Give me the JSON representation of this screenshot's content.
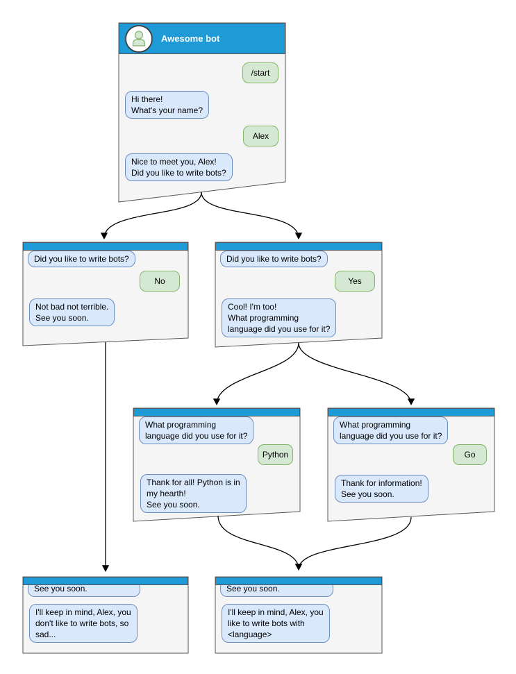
{
  "diagram_type": "chat-bot-conversation-flowchart",
  "colors": {
    "header_blue": "#1e9bd7",
    "window_fill": "#f5f5f5",
    "window_stroke": "#565656",
    "bot_bubble_fill": "#dae8fc",
    "bot_bubble_stroke": "#6c8ebf",
    "user_bubble_fill": "#d5e8d4",
    "user_bubble_stroke": "#82b366",
    "arrow": "#000000"
  },
  "windows": [
    {
      "name": "main-chat",
      "title": "Awesome bot",
      "avatar_icon": "person-icon",
      "messages": [
        {
          "from": "user",
          "text": "/start"
        },
        {
          "from": "bot",
          "text": "Hi there!\nWhat's your name?"
        },
        {
          "from": "user",
          "text": "Alex"
        },
        {
          "from": "bot",
          "text": "Nice to meet you, Alex!\nDid you like to write bots?"
        }
      ]
    },
    {
      "name": "branch-no",
      "messages": [
        {
          "from": "bot",
          "text": "Did you like to write bots?"
        },
        {
          "from": "user",
          "text": "No"
        },
        {
          "from": "bot",
          "text": "Not bad not terrible.\nSee you soon."
        }
      ]
    },
    {
      "name": "branch-yes",
      "messages": [
        {
          "from": "bot",
          "text": "Did you like to write bots?"
        },
        {
          "from": "user",
          "text": "Yes"
        },
        {
          "from": "bot",
          "text": "Cool! I'm too!\nWhat programming\nlanguage did you use for it?"
        }
      ]
    },
    {
      "name": "branch-python",
      "messages": [
        {
          "from": "bot",
          "text": "What programming\nlanguage did you use for it?"
        },
        {
          "from": "user",
          "text": "Python"
        },
        {
          "from": "bot",
          "text": "Thank for all! Python is in\nmy hearth!\nSee you soon."
        }
      ]
    },
    {
      "name": "branch-go",
      "messages": [
        {
          "from": "bot",
          "text": "What programming\nlanguage did you use for it?"
        },
        {
          "from": "user",
          "text": "Go"
        },
        {
          "from": "bot",
          "text": "Thank for information!\nSee you soon."
        }
      ]
    },
    {
      "name": "end-no",
      "messages": [
        {
          "from": "bot",
          "text": "See you soon."
        },
        {
          "from": "bot",
          "text": "I'll keep in mind, Alex, you\ndon't like to write bots, so\nsad..."
        }
      ]
    },
    {
      "name": "end-yes",
      "messages": [
        {
          "from": "bot",
          "text": "See you soon."
        },
        {
          "from": "bot",
          "text": "I'll keep in mind, Alex, you\nlike to write bots with\n<language>"
        }
      ]
    }
  ],
  "connections": [
    {
      "from": "main-chat",
      "to": "branch-no"
    },
    {
      "from": "main-chat",
      "to": "branch-yes"
    },
    {
      "from": "branch-yes",
      "to": "branch-python"
    },
    {
      "from": "branch-yes",
      "to": "branch-go"
    },
    {
      "from": "branch-no",
      "to": "end-no"
    },
    {
      "from": "branch-python",
      "to": "end-yes"
    },
    {
      "from": "branch-go",
      "to": "end-yes"
    }
  ]
}
